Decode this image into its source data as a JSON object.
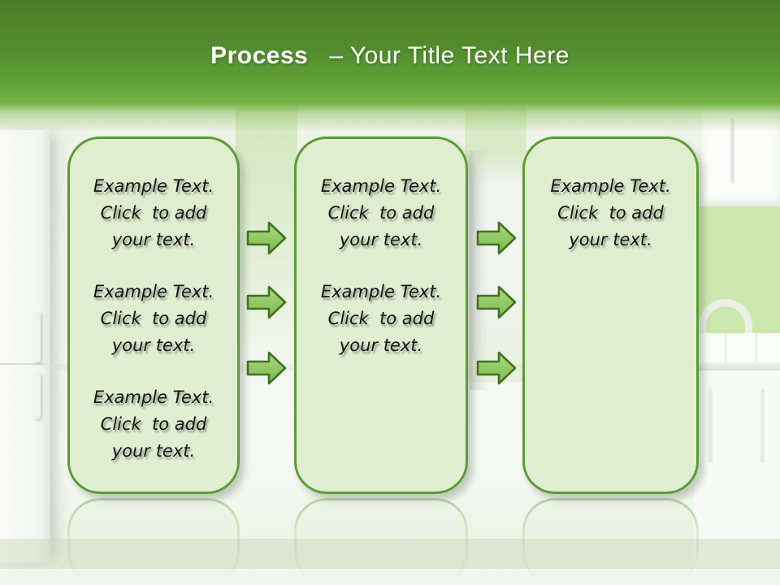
{
  "header": {
    "title_bold": "Process",
    "title_rest": "– Your Title Text Here"
  },
  "process_boxes": [
    {
      "name": "step-1",
      "blocks": [
        {
          "lines": [
            "Example Text.",
            "Click  to add",
            "your text."
          ]
        },
        {
          "lines": [
            "Example Text.",
            "Click  to add",
            "your text."
          ]
        },
        {
          "lines": [
            "Example Text.",
            "Click  to add",
            "your text."
          ]
        }
      ]
    },
    {
      "name": "step-2",
      "blocks": [
        {
          "lines": [
            "Example Text.",
            "Click  to add",
            "your text."
          ]
        },
        {
          "lines": [
            "Example Text.",
            "Click  to add",
            "your text."
          ]
        }
      ]
    },
    {
      "name": "step-3",
      "blocks": [
        {
          "lines": [
            "Example Text.",
            "Click  to add",
            "your text."
          ]
        }
      ]
    }
  ],
  "arrows": {
    "icon": "right-block-arrow",
    "per_gap": 3,
    "gaps": 2
  },
  "colors": {
    "header_green_top": "#4a7c28",
    "header_green_bottom": "#74b244",
    "box_fill": "#deedcf",
    "box_border": "#5b9c33",
    "arrow_fill_light": "#abd982",
    "arrow_fill_dark": "#7cb94b",
    "arrow_border": "#3f7323",
    "title_text": "#ffffff",
    "body_text": "#141414",
    "backsplash_green": "#cde8ac"
  }
}
